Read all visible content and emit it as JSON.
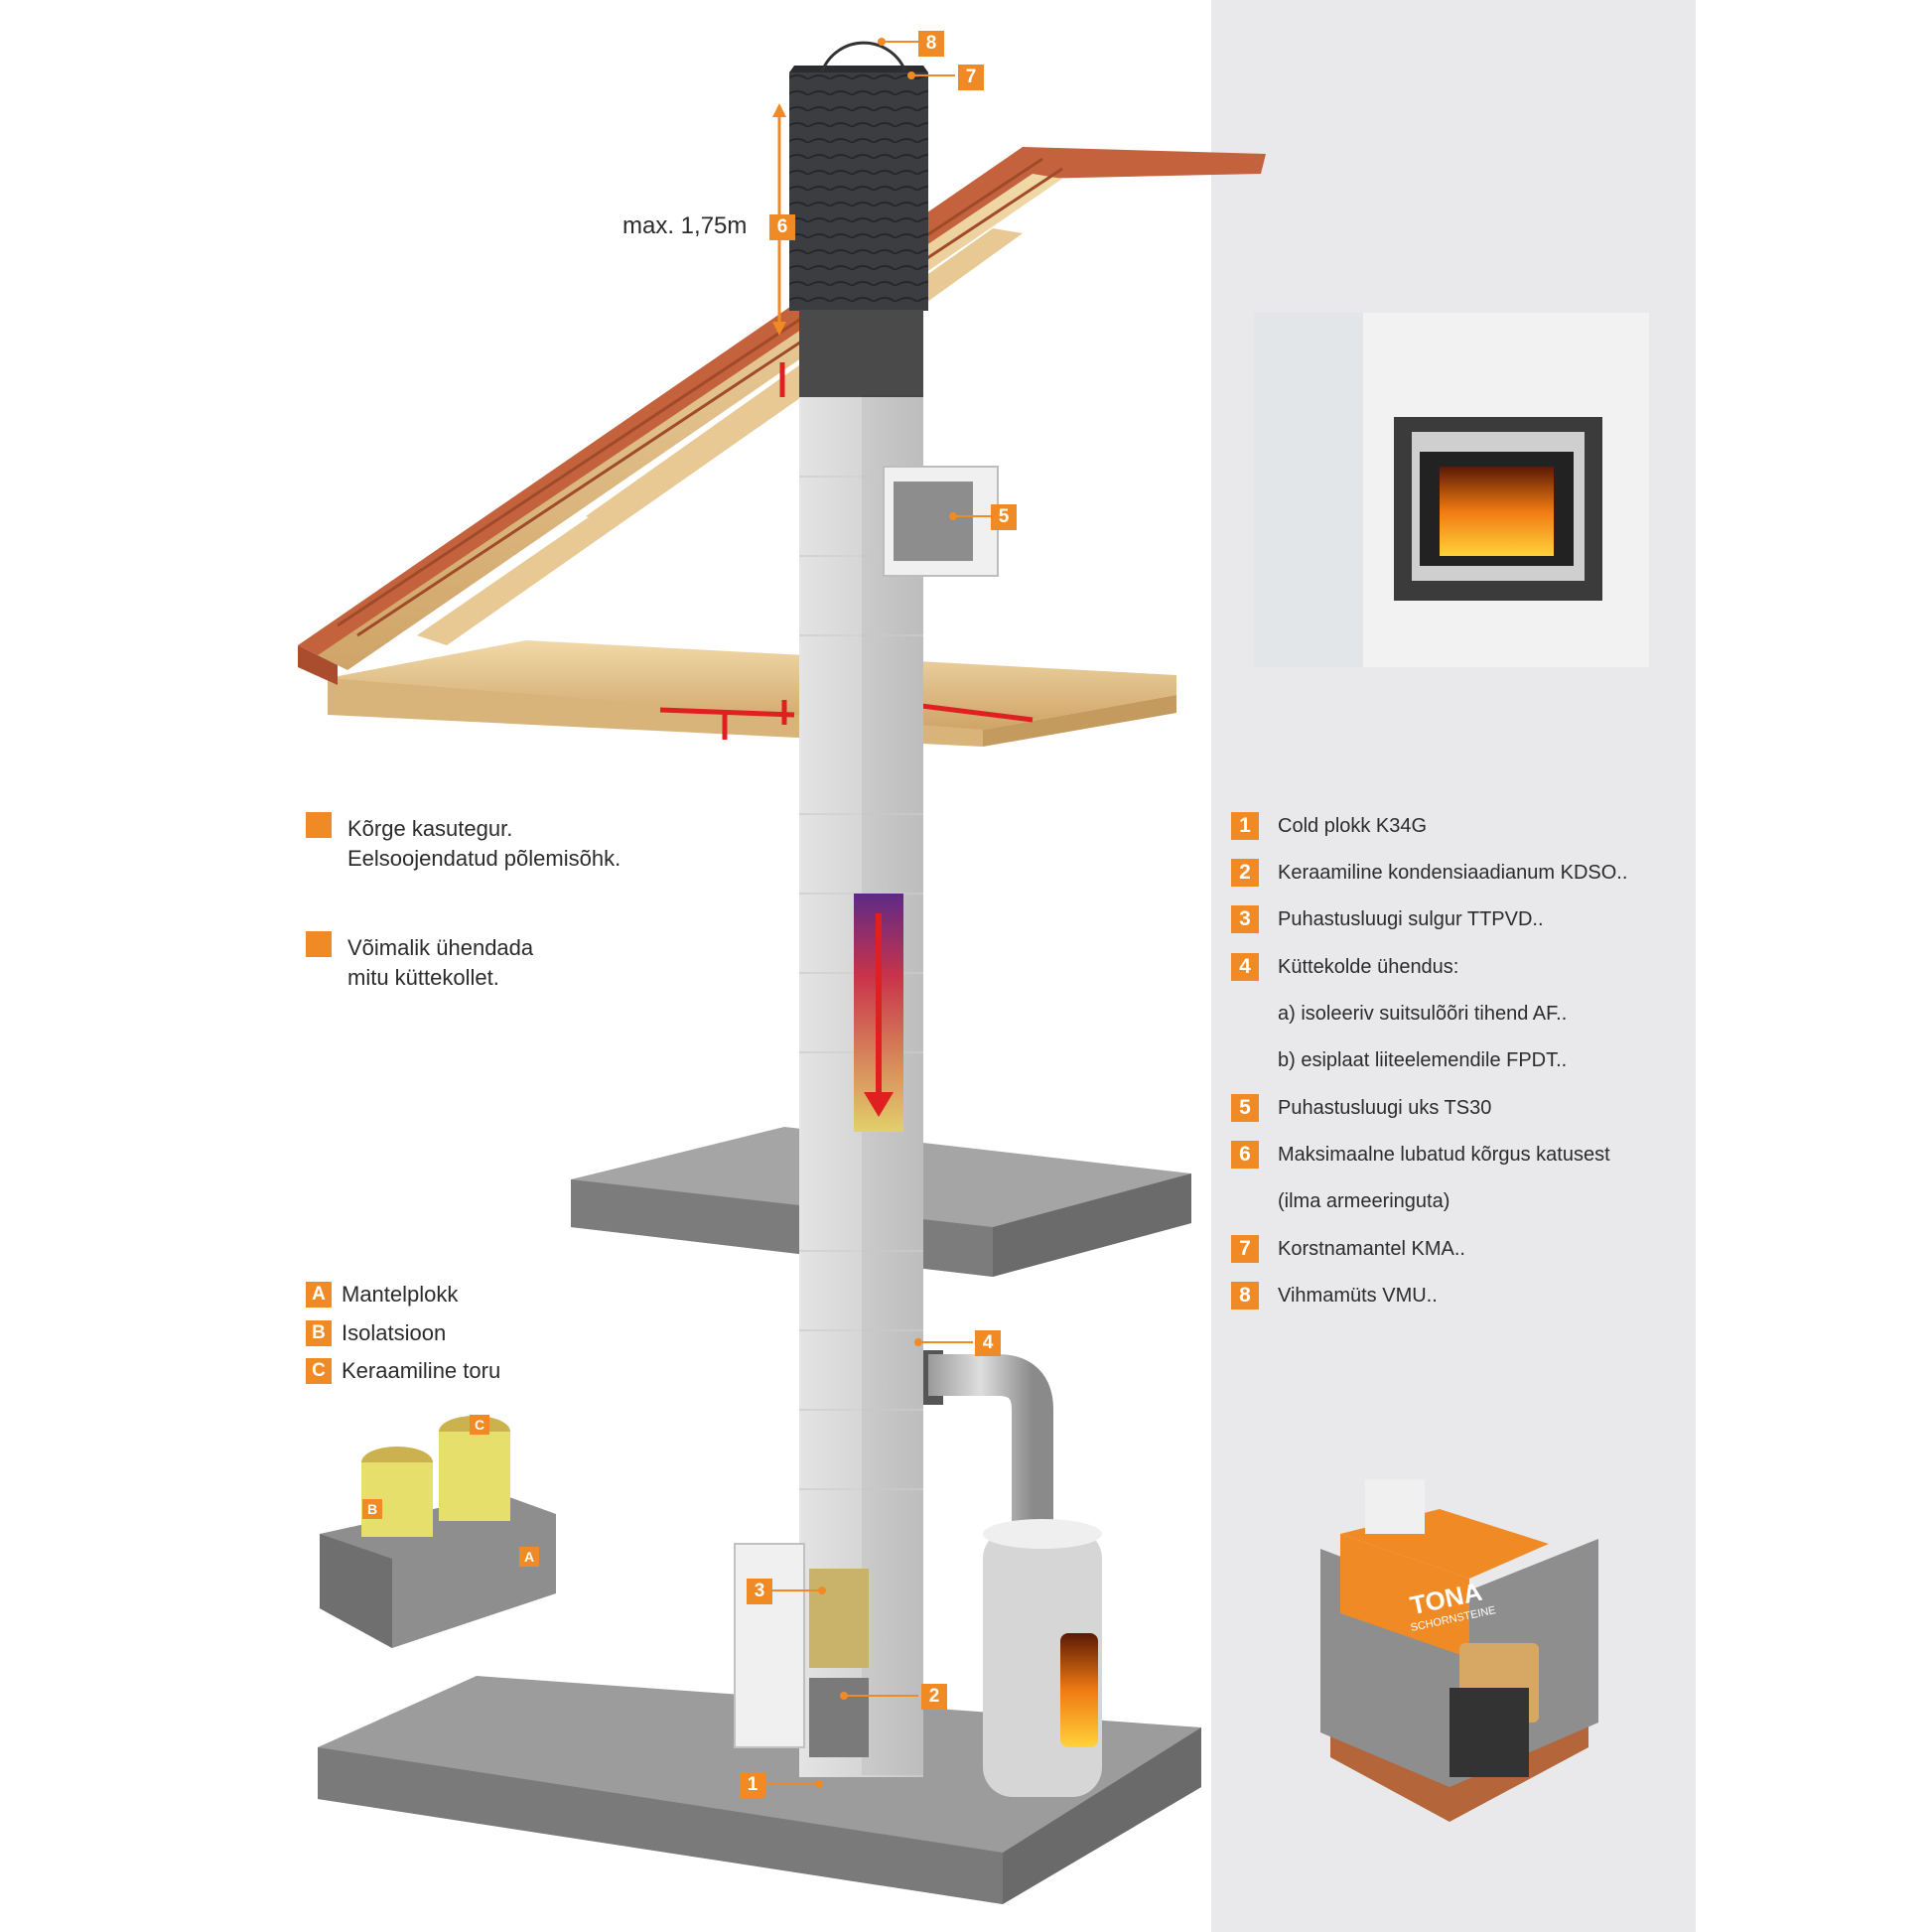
{
  "height_label": "max. 1,75m",
  "features": [
    {
      "line1": "Kõrge kasutegur.",
      "line2": "Eelsoojendatud põlemisõhk."
    },
    {
      "line1": "Võimalik ühendada",
      "line2": "mitu küttekollet."
    }
  ],
  "block_parts": [
    {
      "letter": "A",
      "label": "Mantelplokk"
    },
    {
      "letter": "B",
      "label": "Isolatsioon"
    },
    {
      "letter": "C",
      "label": "Keraamiline toru"
    }
  ],
  "legend": [
    {
      "num": "1",
      "text": "Cold plokk K34G"
    },
    {
      "num": "2",
      "text": "Keraamiline kondensiaadianum KDSO.."
    },
    {
      "num": "3",
      "text": "Puhastusluugi sulgur TTPVD.."
    },
    {
      "num": "4",
      "text": "Küttekolde ühendus:"
    },
    {
      "num": "",
      "text": "a) isoleeriv suitsulõõri tihend AF.."
    },
    {
      "num": "",
      "text": "b) esiplaat liiteelemendile FPDT.."
    },
    {
      "num": "5",
      "text": "Puhastusluugi uks TS30"
    },
    {
      "num": "6",
      "text": "Maksimaalne lubatud kõrgus katusest"
    },
    {
      "num": "",
      "text": "(ilma armeeringuta)"
    },
    {
      "num": "7",
      "text": "Korstnamantel KMA.."
    },
    {
      "num": "8",
      "text": "Vihmamüts VMU.."
    }
  ],
  "callouts": [
    "8",
    "7",
    "6",
    "5",
    "4",
    "3",
    "2",
    "1"
  ],
  "package_brand": "TONA",
  "package_sub": "SCHORNSTEINE",
  "colors": {
    "accent": "#f08a24",
    "panel": "#e9e9eb",
    "brick": "#b6553a",
    "wood": "#e2c08a",
    "concrete": "#8e8e8e"
  }
}
